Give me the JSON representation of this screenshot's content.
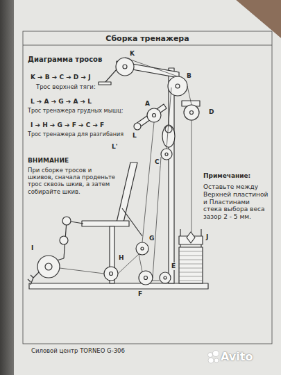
{
  "diagram": {
    "title": "Сборка тренажера",
    "labels": [
      "Диаграмма тросов",
      "K ➔ B ➔ C ➔ D ➔ J",
      "Трос верхней тяги:",
      "L ➔ A ➔ G ➔ A ➔ L",
      "Трос тренажера грудных мышц:",
      "I ➔ H ➔ G ➔ F ➔ C ➔ F",
      "Трос тренажера для разгибания",
      "ВНИМАНИЕ",
      "При сборке тросов и шкивов, сначала проденьте трос сквозь шкив, а затем собирайте шкив.",
      "Примечание:",
      "Оставьте между Верхней пластиной и Пластинами стека выбора веса зазор 2 - 5 мм.",
      "Силовой центр TORNEO G-306",
      "K",
      "B",
      "D",
      "A",
      "L",
      "L'",
      "C",
      "J",
      "G",
      "H",
      "I",
      "E",
      "F",
      "Avito"
    ]
  }
}
